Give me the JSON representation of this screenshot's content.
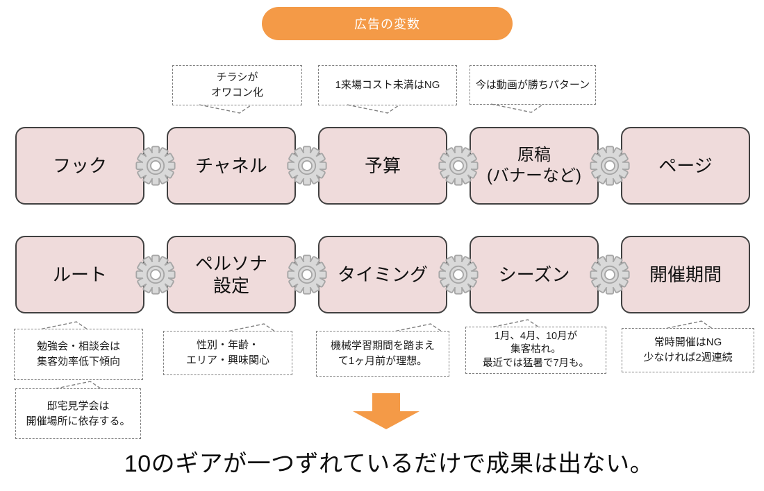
{
  "title": "広告の変数",
  "colors": {
    "accent_orange": "#F49A47",
    "box_fill": "#EFDBDB",
    "box_border": "#404040",
    "gear_fill": "#D9D9D9",
    "gear_stroke": "#A6A6A6",
    "callout_border": "#7F7F7F"
  },
  "top_callouts": [
    {
      "text": "チラシが\nオワコン化"
    },
    {
      "text": "1来場コスト未満はNG"
    },
    {
      "text": "今は動画が勝ちパターン"
    }
  ],
  "gear_rows": [
    {
      "boxes": [
        {
          "label": "フック"
        },
        {
          "label": "チャネル"
        },
        {
          "label": "予算"
        },
        {
          "label": "原稿\n(バナーなど)"
        },
        {
          "label": "ページ"
        }
      ]
    },
    {
      "boxes": [
        {
          "label": "ルート"
        },
        {
          "label": "ペルソナ\n設定"
        },
        {
          "label": "タイミング"
        },
        {
          "label": "シーズン"
        },
        {
          "label": "開催期間"
        }
      ]
    }
  ],
  "bottom_callouts": [
    {
      "text": "勉強会・相談会は\n集客効率低下傾向"
    },
    {
      "text": "性別・年齢・\nエリア・興味関心"
    },
    {
      "text": "機械学習期間を踏まえ\nて1ヶ月前が理想。"
    },
    {
      "text": "1月、4月、10月が\n集客枯れ。\n最近では猛暑で7月も。"
    },
    {
      "text": "常時開催はNG\n少なければ2週連続"
    },
    {
      "text": "邸宅見学会は\n開催場所に依存する。"
    }
  ],
  "conclusion": "10のギアが一つずれているだけで成果は出ない。"
}
